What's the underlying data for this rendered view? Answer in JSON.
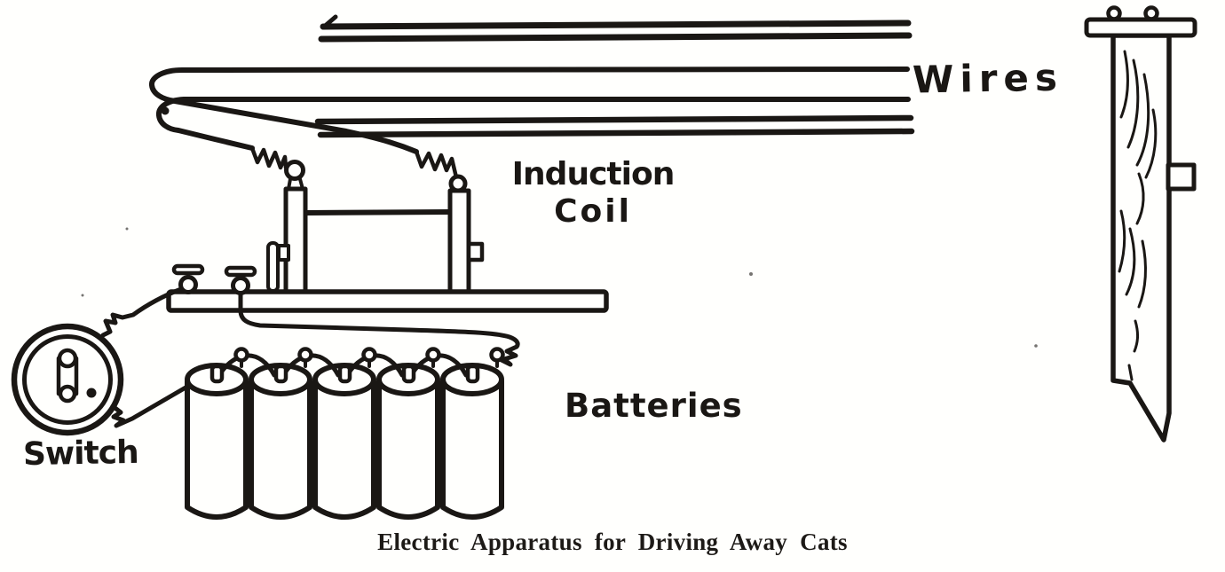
{
  "figure": {
    "caption": "Electric Apparatus for Driving Away Cats",
    "labels": {
      "wires": "Wires",
      "induction_coil_line1": "Induction",
      "induction_coil_line2": "Coil",
      "batteries": "Batteries",
      "switch": "Switch"
    },
    "battery_count": 5,
    "wire_line_count": 6,
    "colors": {
      "ink": "#1a1714",
      "paper": "#fffffd"
    }
  }
}
